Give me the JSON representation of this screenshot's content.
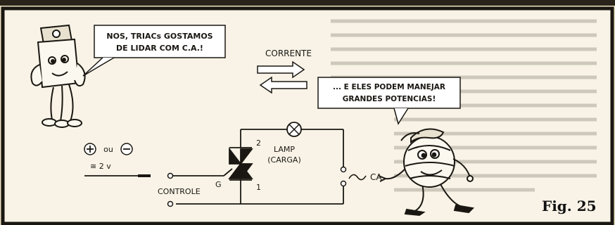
{
  "bubbles": {
    "triac_line1": "NOS, TRIACs GOSTAMOS",
    "triac_line2": "DE LIDAR COM C.A.!",
    "globe_line1": "... E ELES PODEM MANEJAR",
    "globe_line2": "GRANDES POTENCIAS!"
  },
  "labels": {
    "corrente": "CORRENTE",
    "plus_or_minus": "ou",
    "voltage": "≅ 2 v",
    "gate": "G",
    "pin2": "2",
    "pin1": "1",
    "controle": "CONTROLE",
    "lamp": "LAMP",
    "carga": "(CARGA)",
    "ca": "CA"
  },
  "caption": "Fig. 25",
  "colors": {
    "paper": "#efe3c4",
    "ink": "#1a1712"
  }
}
